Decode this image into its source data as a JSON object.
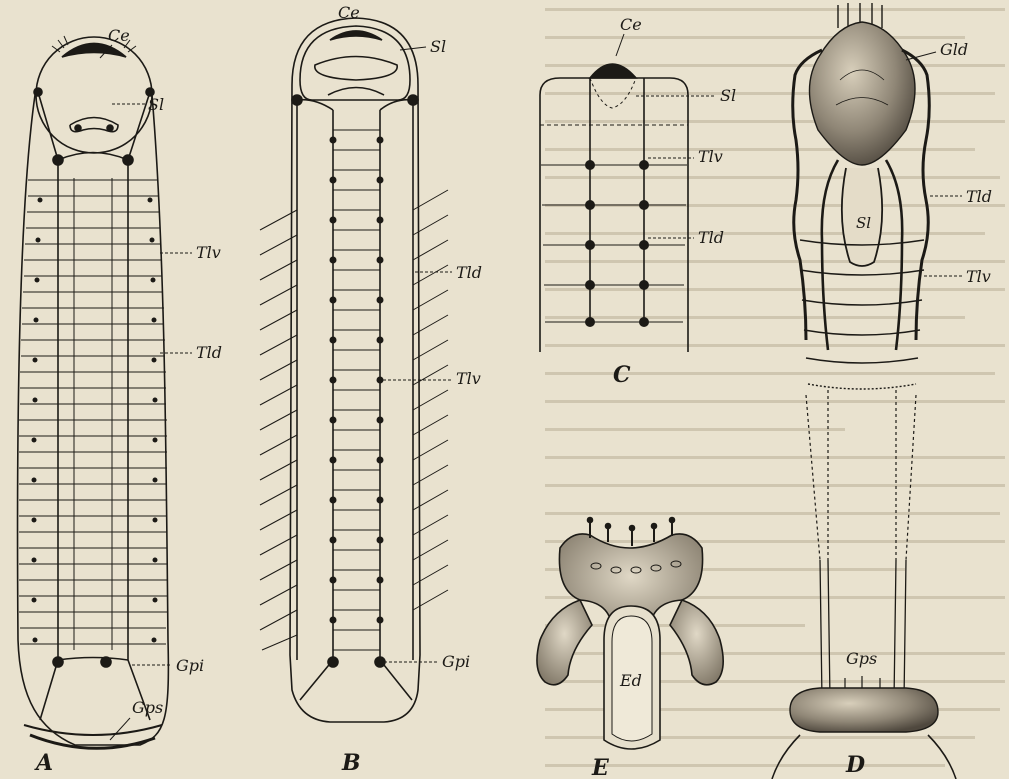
{
  "labels": {
    "fig_a": {
      "ce": "Ce",
      "sl": "Sl",
      "tlv": "Tlv",
      "tld": "Tld",
      "gpi": "Gpi",
      "gps": "Gps",
      "caption": "A"
    },
    "fig_b": {
      "ce": "Ce",
      "sl": "Sl",
      "tld": "Tld",
      "tlv": "Tlv",
      "gpi": "Gpi",
      "caption": "B"
    },
    "fig_c": {
      "ce": "Ce",
      "sl": "Sl",
      "tlv": "Tlv",
      "tld": "Tld",
      "caption": "C"
    },
    "fig_d": {
      "gld": "Gld",
      "tld": "Tld",
      "sl": "Sl",
      "tlv": "Tlv",
      "gps": "Gps",
      "caption": "D"
    },
    "fig_e": {
      "ed": "Ed",
      "caption": "E"
    }
  },
  "colors": {
    "paper": "#e9e2cf",
    "ink": "#1c1a16",
    "faded_text": "#b9ae97",
    "ganglion_shade": "#6f675a"
  }
}
